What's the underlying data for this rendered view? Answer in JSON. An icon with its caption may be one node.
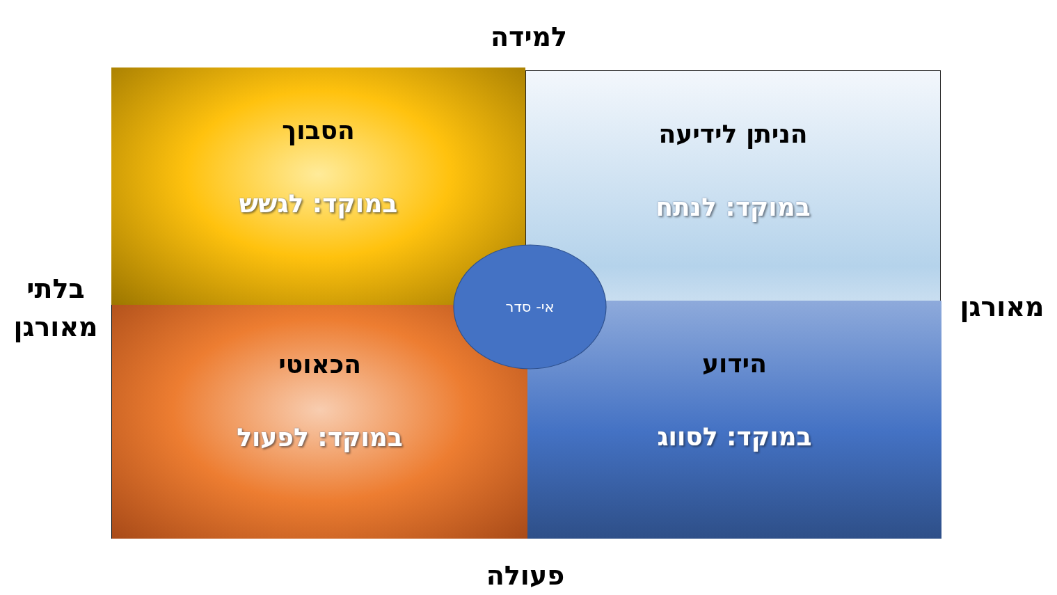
{
  "diagram": {
    "nodes": [
      {
        "text": [
          "הסבוך",
          "במוקד: לגשש"
        ]
      },
      {
        "text": [
          "הניתן לידיעה",
          "במוקד: לנתח"
        ]
      },
      {
        "text": [
          "הכאוטי",
          "במוקד: לפעול"
        ]
      },
      {
        "text": [
          "הידוע",
          "במוקד: לסווג"
        ]
      },
      {
        "text": [
          "אי- סדר"
        ]
      }
    ],
    "edges": [],
    "labels": [
      "למידה",
      "בלתי מאורגן",
      "מאורגן",
      "פעולה"
    ]
  }
}
